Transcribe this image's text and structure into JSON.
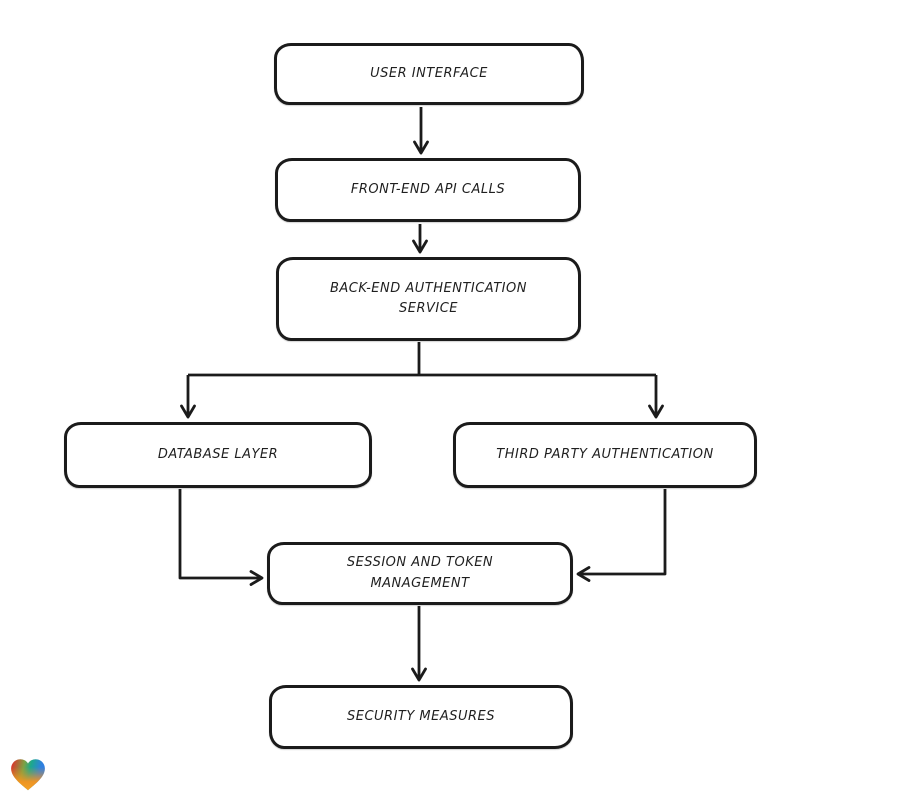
{
  "page": {
    "background_color": "#ffffff",
    "stroke_color": "#1b1b1b",
    "node_fill_color": "#ffffff"
  },
  "diagram": {
    "type": "flowchart",
    "nodes": [
      {
        "id": "user-interface",
        "label": "USER INTERFACE"
      },
      {
        "id": "front-end-api-calls",
        "label": "FRONT-END API CALLS"
      },
      {
        "id": "back-end-authentication-service",
        "label": "BACK-END AUTHENTICATION SERVICE"
      },
      {
        "id": "database-layer",
        "label": "DATABASE LAYER"
      },
      {
        "id": "third-party-authentication",
        "label": "THIRD PARTY AUTHENTICATION"
      },
      {
        "id": "session-and-token-management",
        "label": "SESSION AND TOKEN MANAGEMENT"
      },
      {
        "id": "security-measures",
        "label": "SECURITY MEASURES"
      }
    ],
    "edges": [
      {
        "from": "user-interface",
        "to": "front-end-api-calls"
      },
      {
        "from": "front-end-api-calls",
        "to": "back-end-authentication-service"
      },
      {
        "from": "back-end-authentication-service",
        "to": "database-layer"
      },
      {
        "from": "back-end-authentication-service",
        "to": "third-party-authentication"
      },
      {
        "from": "database-layer",
        "to": "session-and-token-management"
      },
      {
        "from": "third-party-authentication",
        "to": "session-and-token-management"
      },
      {
        "from": "session-and-token-management",
        "to": "security-measures"
      }
    ],
    "logo": {
      "name": "heart-logo",
      "colors": {
        "red": "#e92427",
        "green": "#7da243",
        "teal": "#1ca98c",
        "blue": "#2f7fe0",
        "orange": "#f6941e"
      }
    }
  }
}
